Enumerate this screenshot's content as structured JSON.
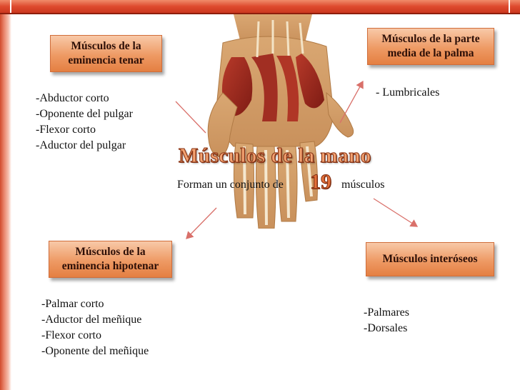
{
  "title": "Músculos de la mano",
  "subtitle": {
    "prefix": "Forman un conjunto de",
    "count": "19",
    "suffix": "músculos"
  },
  "groups": {
    "tenar": {
      "label_line1": "Músculos de la",
      "label_line2": "eminencia tenar",
      "items": [
        "-Abductor corto",
        "-Oponente del pulgar",
        "-Flexor corto",
        "-Aductor del pulgar"
      ]
    },
    "media": {
      "label_line1": "Músculos de la parte",
      "label_line2": "media de la palma",
      "items": [
        "- Lumbricales"
      ]
    },
    "hipotenar": {
      "label_line1": "Músculos de la",
      "label_line2": "eminencia hipotenar",
      "items": [
        "-Palmar corto",
        "-Aductor del meñique",
        "-Flexor corto",
        "-Oponente del meñique"
      ]
    },
    "interoseos": {
      "label": "Músculos interóseos",
      "items": [
        "-Palmares",
        "-Dorsales"
      ]
    }
  },
  "colors": {
    "accent_bar": "#de4a2e",
    "box_fill": "#ee9a64",
    "title_fill": "#f3a271",
    "arrow": "#d9706a"
  },
  "icons": {
    "illustration": "hand-anatomy-illustration",
    "arrows": "pointer-arrow-icon"
  }
}
